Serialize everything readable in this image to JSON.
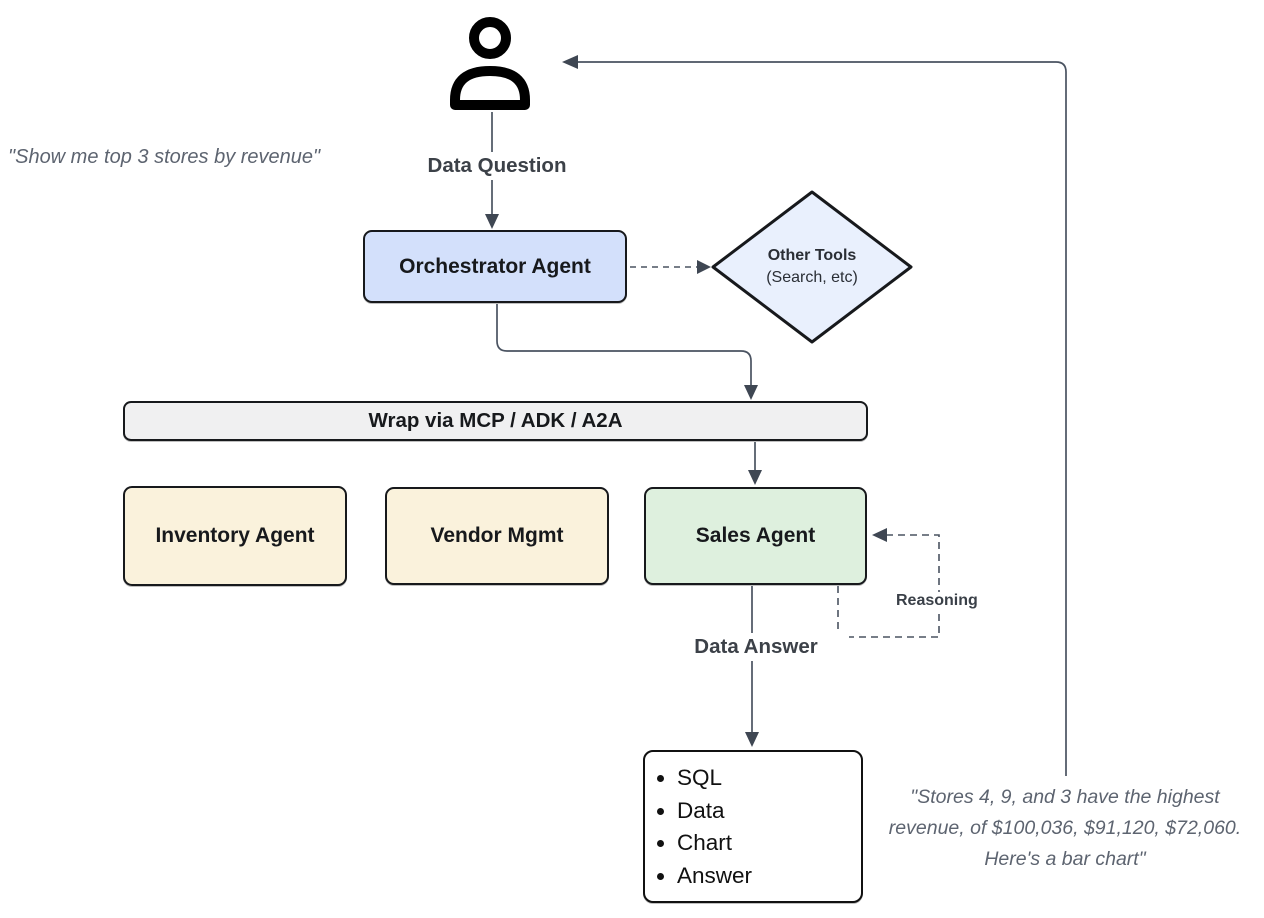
{
  "nodes": {
    "user": {
      "icon": "person-icon"
    },
    "orchestrator": {
      "label": "Orchestrator Agent"
    },
    "other_tools": {
      "title": "Other Tools",
      "subtitle": "(Search, etc)"
    },
    "wrap_bar": {
      "label": "Wrap via MCP / ADK / A2A"
    },
    "inventory_agent": {
      "label": "Inventory Agent"
    },
    "vendor_mgmt": {
      "label": "Vendor Mgmt"
    },
    "sales_agent": {
      "label": "Sales Agent"
    },
    "output": {
      "items": [
        "SQL",
        "Data",
        "Chart",
        "Answer"
      ]
    }
  },
  "edges": {
    "question_label": "Data Question",
    "answer_label": "Data Answer",
    "reasoning_label": "Reasoning"
  },
  "annotations": {
    "user_question": "\"Show me top 3 stores by revenue\"",
    "agent_answer": "\"Stores 4, 9, and 3 have the highest\nrevenue, of $100,036, $91,120, $72,060.\nHere's a bar chart\""
  },
  "colors": {
    "orchestrator_fill": "#d3e0fb",
    "diamond_fill": "#e9f0fd",
    "wrap_bar_fill": "#f0f0f1",
    "agent_fill_beige": "#faf2dc",
    "sales_fill_green": "#def0de",
    "output_fill": "#ffffff",
    "line": "#4a5361",
    "quote_text": "#5d6470"
  }
}
